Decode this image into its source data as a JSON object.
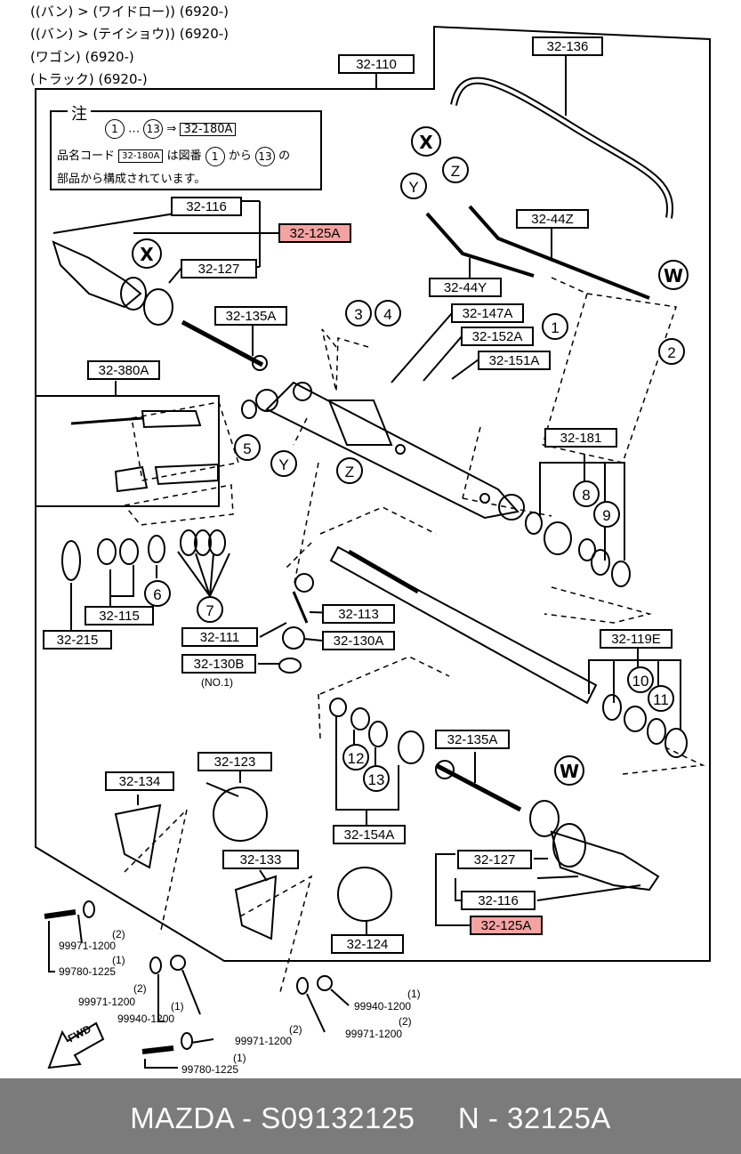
{
  "header": {
    "lines": [
      "((バン) > (ワイドロー)) (6920-)",
      "((バン) > (テイショウ)) (6920-)",
      "(ワゴン) (6920-)",
      "(トラック) (6920-)"
    ]
  },
  "note": {
    "title": "注",
    "range_from": "1",
    "range_sep": "…",
    "range_to": "13",
    "arrow": "⇒",
    "assembly_code": "32-180A",
    "line2_prefix": "品名コード",
    "line2_code": "32-180A",
    "line2_middle": "は図番",
    "line2_from": "1",
    "line2_kara": "から",
    "line2_to": "13",
    "line2_suffix": "の",
    "line3": "部品から構成されています。"
  },
  "part_labels": {
    "p32_110": "32-110",
    "p32_136": "32-136",
    "p32_116_top": "32-116",
    "p32_125A_top": "32-125A",
    "p32_127_top": "32-127",
    "p32_44Z": "32-44Z",
    "p32_44Y": "32-44Y",
    "p32_135A_top": "32-135A",
    "p32_147A": "32-147A",
    "p32_152A": "32-152A",
    "p32_151A": "32-151A",
    "p32_380A": "32-380A",
    "p32_181": "32-181",
    "p32_115": "32-115",
    "p32_215": "32-215",
    "p32_113": "32-113",
    "p32_111": "32-111",
    "p32_130A": "32-130A",
    "p32_130B": "32-130B",
    "p32_119E": "32-119E",
    "p32_135A_bot": "32-135A",
    "p32_134": "32-134",
    "p32_123": "32-123",
    "p32_154A": "32-154A",
    "p32_133": "32-133",
    "p32_127_bot": "32-127",
    "p32_116_bot": "32-116",
    "p32_125A_bot": "32-125A",
    "p32_124": "32-124"
  },
  "callouts": {
    "c1": "1",
    "c2": "2",
    "c3": "3",
    "c4": "4",
    "c5": "5",
    "c6": "6",
    "c7": "7",
    "c8": "8",
    "c9": "9",
    "c10": "10",
    "c11": "11",
    "c12": "12",
    "c13": "13",
    "x": "X",
    "y": "Y",
    "z": "Z",
    "w": "W"
  },
  "small_notes": {
    "no1": "(NO.1)",
    "b1_qty": "(2)",
    "b1_part": "99971-1200",
    "b1_qty2": "(1)",
    "b1_part2": "99780-1225",
    "b2_qty": "(2)",
    "b2_part": "99971-1200",
    "b2_qty2": "(1)",
    "b2_part2": "99940-1200",
    "b3_qty": "(2)",
    "b3_part": "99971-1200",
    "b3_qty2": "(1)",
    "b3_part2": "99780-1225",
    "b4_qty": "(1)",
    "b4_part": "99940-1200",
    "b4_qty2": "(2)",
    "b4_part2": "99971-1200",
    "fwd": "FWD"
  },
  "footer": {
    "text": "MAZDA - S09132125     N - 32125A"
  },
  "colors": {
    "highlight": "#f4a3a3",
    "footer_bg": "#7b7b7b",
    "footer_text": "#ffffff"
  }
}
